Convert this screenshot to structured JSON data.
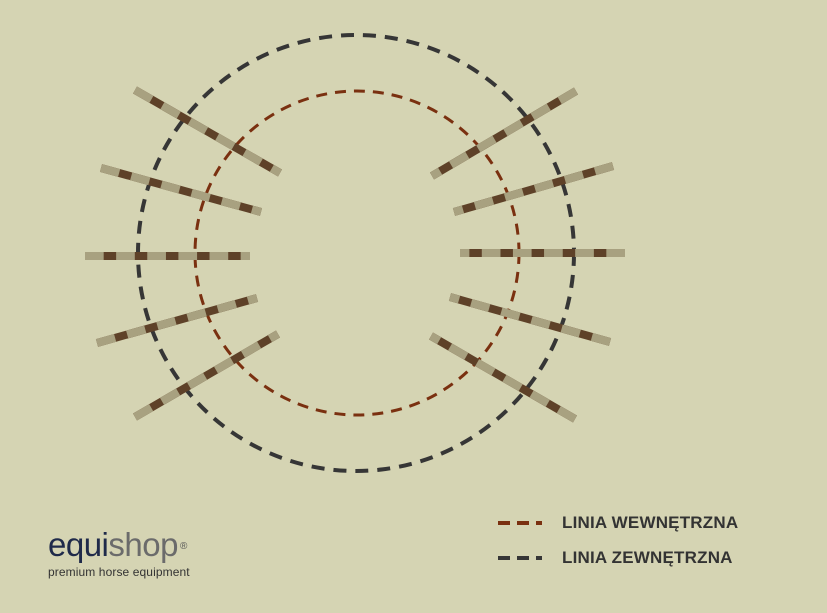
{
  "colors": {
    "background": "#d5d4b3",
    "inner_line": "#7a3010",
    "outer_line": "#363636",
    "pole_dark": "#5e4128",
    "pole_light": "#a8a180"
  },
  "logo": {
    "brand_part1": "equi",
    "brand_part2": "shop",
    "registered": "®",
    "tagline": "premium horse equipment"
  },
  "legend": {
    "inner_label": "LINIA WEWNĘTRZNA",
    "outer_label": "LINIA ZEWNĘTRZNA"
  },
  "poles": {
    "count_left": 5,
    "count_right": 5
  }
}
